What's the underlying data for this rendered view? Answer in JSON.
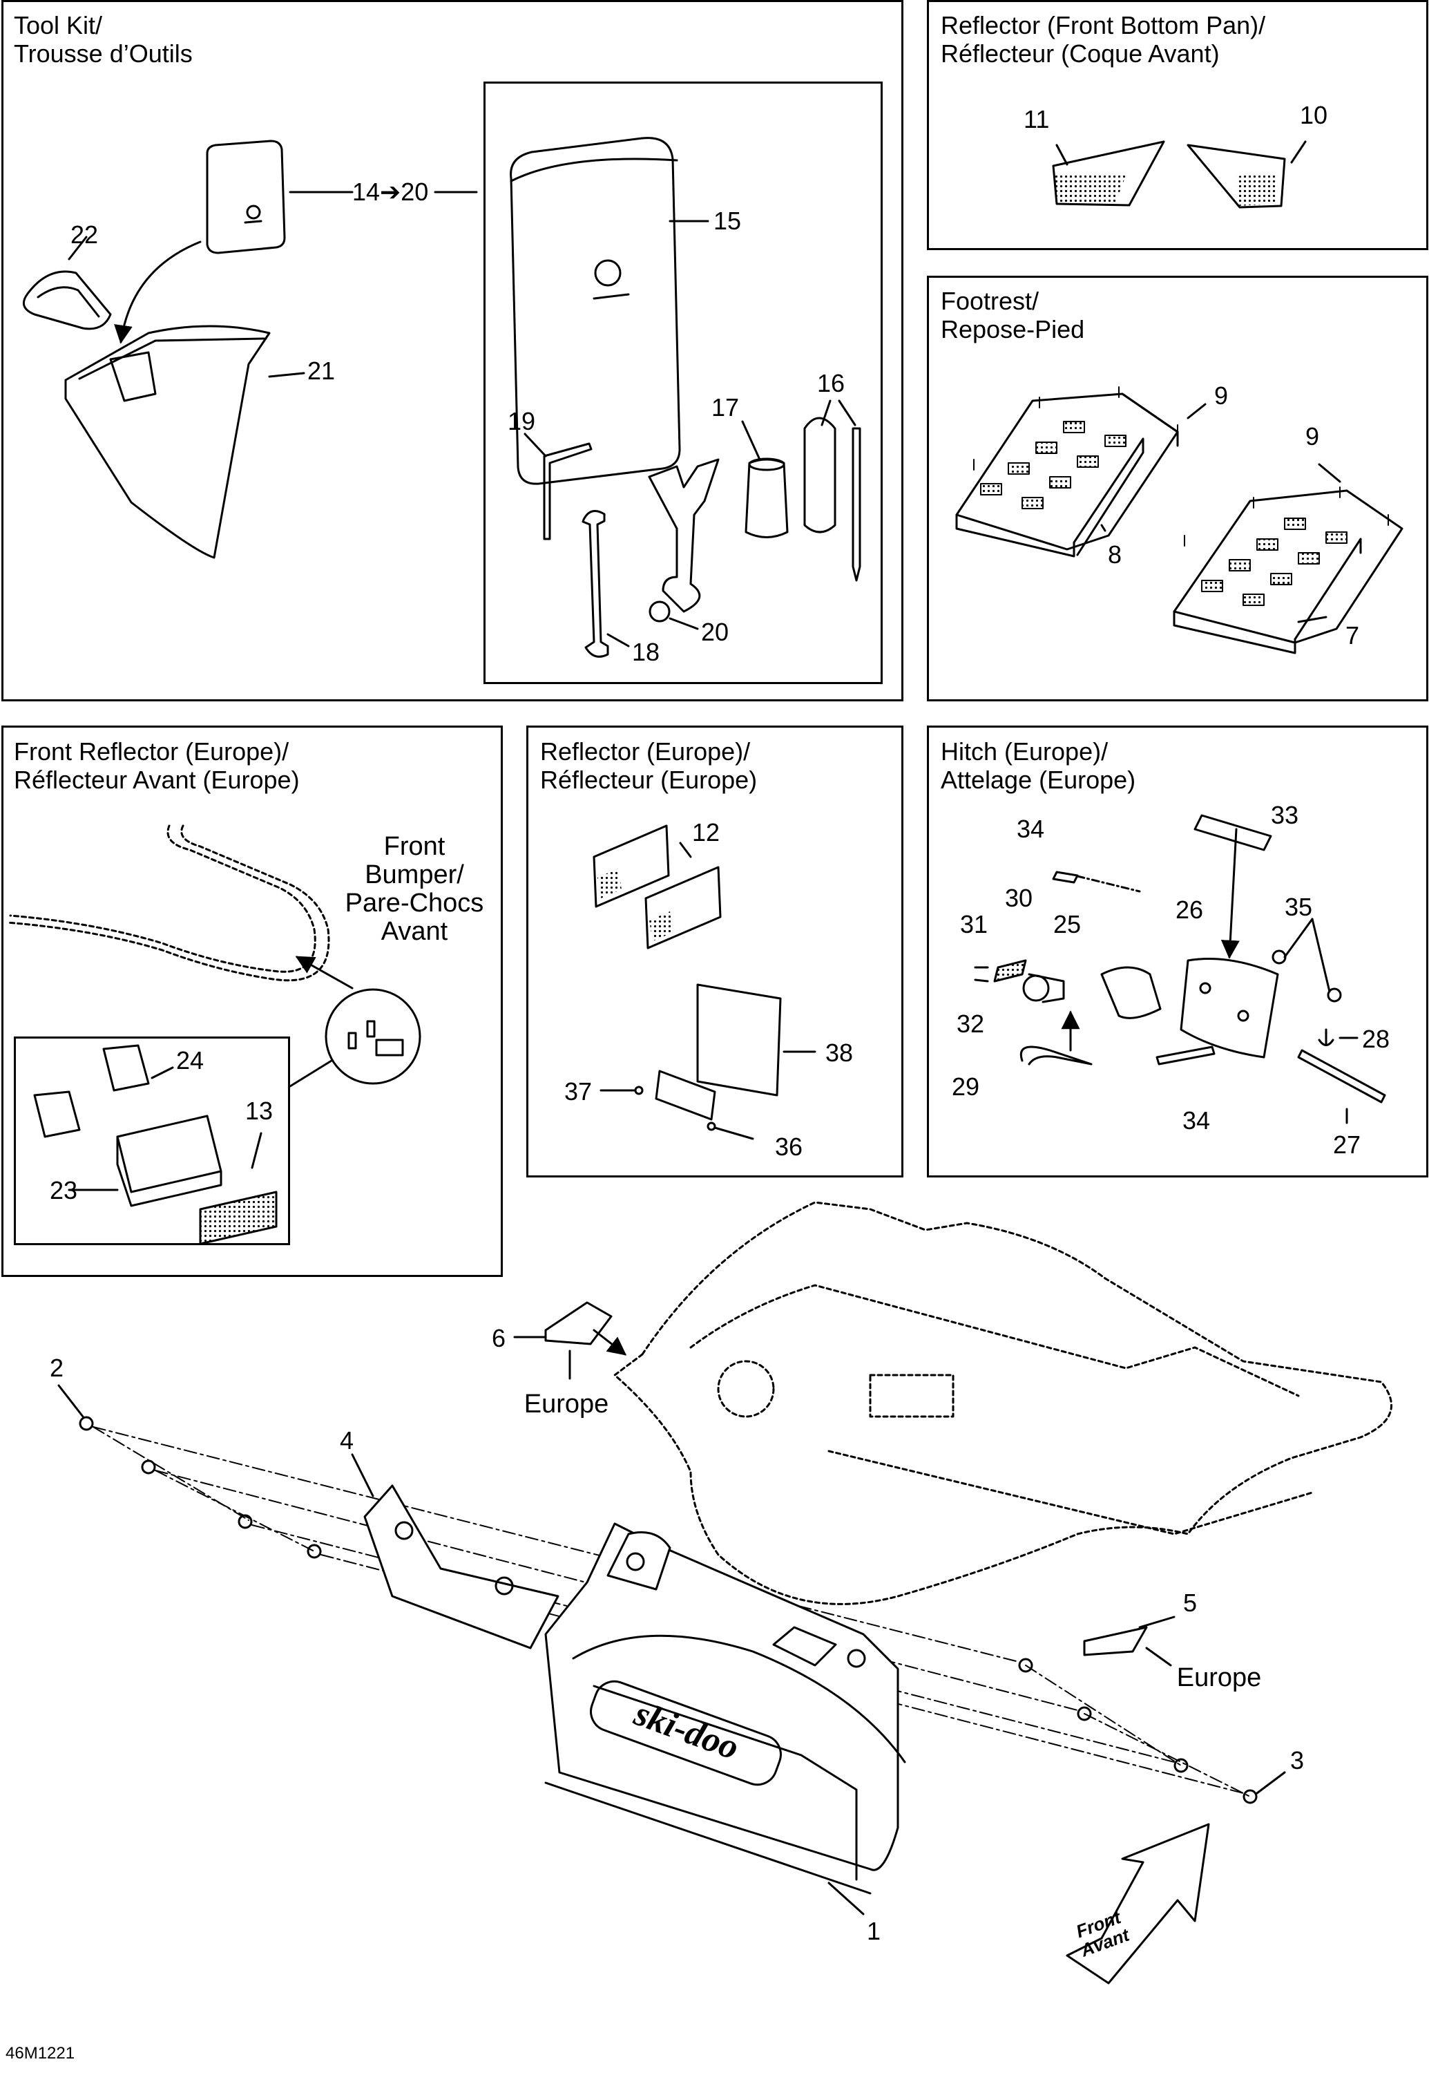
{
  "panels": {
    "tool_kit": "Tool Kit/\nTrousse d’Outils",
    "reflector_front_bottom_pan": "Reflector (Front Bottom Pan)/\nRéflecteur (Coque Avant)",
    "footrest": "Footrest/\nRepose-Pied",
    "front_reflector_europe": "Front Reflector (Europe)/\nRéflecteur Avant (Europe)",
    "reflector_europe": "Reflector (Europe)/\nRéflecteur (Europe)",
    "hitch_europe": "Hitch (Europe)/\nAttelage (Europe)"
  },
  "notes": {
    "front_bumper": "Front\nBumper/\nPare-Chocs\nAvant",
    "europe_a": "Europe",
    "europe_b": "Europe",
    "front_tag": "Front\nAvant",
    "diagram_code": "46M1221"
  },
  "callouts": {
    "c14_20": "14➔20",
    "c15": "15",
    "c16": "16",
    "c17": "17",
    "c18": "18",
    "c19": "19",
    "c20": "20",
    "c21": "21",
    "c22": "22",
    "c10": "10",
    "c11": "11",
    "c9a": "9",
    "c9b": "9",
    "c8": "8",
    "c7": "7",
    "c24": "24",
    "c13": "13",
    "c23": "23",
    "c12": "12",
    "c38": "38",
    "c37": "37",
    "c36": "36",
    "c34a": "34",
    "c33": "33",
    "c30": "30",
    "c25": "25",
    "c26": "26",
    "c35": "35",
    "c31": "31",
    "c32": "32",
    "c28": "28",
    "c29": "29",
    "c34b": "34",
    "c27": "27",
    "c6": "6",
    "c2": "2",
    "c4": "4",
    "c5": "5",
    "c3": "3",
    "c1": "1"
  },
  "brand_logo": "ski-doo"
}
